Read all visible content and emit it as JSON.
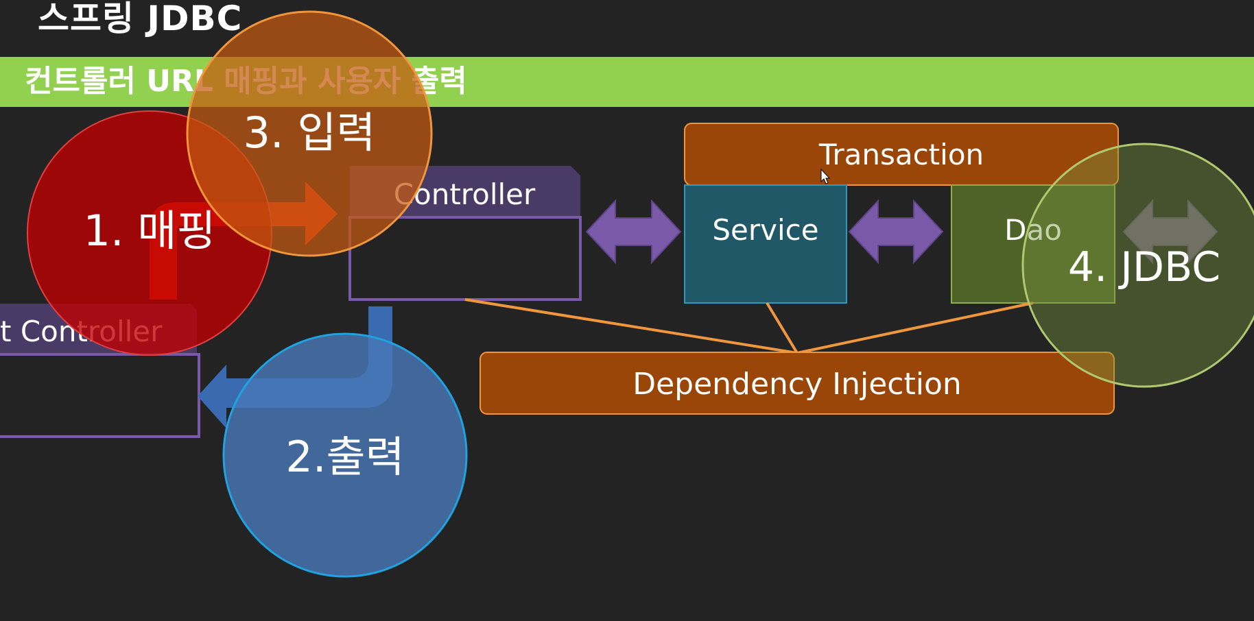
{
  "slide": {
    "title": "스프링 JDBC",
    "subtitle": "컨트롤러 URL 매핑과 사용자 출력"
  },
  "diagram": {
    "boxes": {
      "controller": "Controller",
      "front_controller": "t Controller",
      "service": "Service",
      "dao": "Dao",
      "transaction": "Transaction",
      "dependency_injection": "Dependency Injection"
    },
    "steps": {
      "step1": "1. 매핑",
      "step2": "2.출력",
      "step3": "3. 입력",
      "step4": "4. JDBC"
    }
  },
  "colors": {
    "background": "#232323",
    "banner": "#92d050",
    "purple": "#7a5aa8",
    "orange": "#9a4608",
    "service": "#215868",
    "dao": "#4f6228",
    "step1": "#c00000",
    "step2": "#4a78b8",
    "step3": "#c55a11",
    "step4": "#76923c"
  }
}
